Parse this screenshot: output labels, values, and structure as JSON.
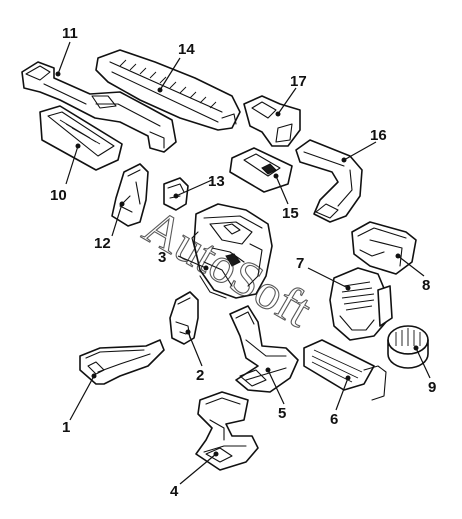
{
  "callouts": [
    "1",
    "2",
    "3",
    "4",
    "5",
    "6",
    "7",
    "8",
    "9",
    "10",
    "11",
    "12",
    "13",
    "14",
    "15",
    "16",
    "17"
  ],
  "watermark": "AutoSoft"
}
